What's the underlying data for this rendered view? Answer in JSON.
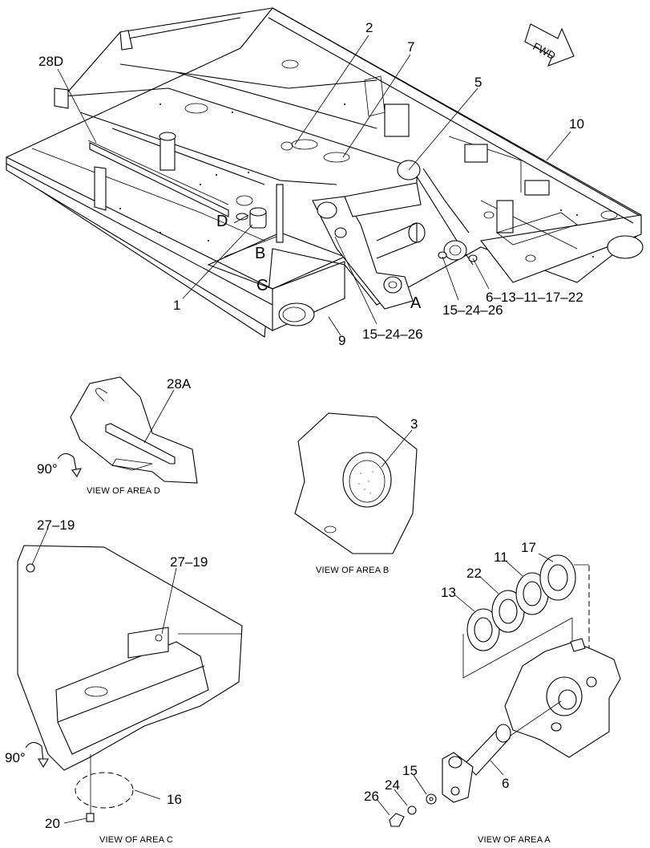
{
  "callouts": {
    "c28D": "28D",
    "c2": "2",
    "c7": "7",
    "c5": "5",
    "c10": "10",
    "fwd": "FWD",
    "cD": "D",
    "cB": "B",
    "cC": "C",
    "cA": "A",
    "c1": "1",
    "c9": "9",
    "c15a": "15–24–26",
    "c15b": "15–24–26",
    "c6chain": "6–13–11–17–22",
    "c28A": "28A",
    "c3": "3",
    "c2719a": "27–19",
    "c2719b": "27–19",
    "c17": "17",
    "c11": "11",
    "c22": "22",
    "c13": "13",
    "c6": "6",
    "c15": "15",
    "c24": "24",
    "c26": "26",
    "c16": "16",
    "c20": "20",
    "rotD": "90°",
    "rotC": "90°"
  },
  "captions": {
    "areaD": "VIEW OF AREA D",
    "areaB": "VIEW OF AREA B",
    "areaC": "VIEW OF AREA C",
    "areaA": "VIEW OF AREA  A"
  },
  "colors": {
    "line": "#000000",
    "background": "#ffffff"
  }
}
